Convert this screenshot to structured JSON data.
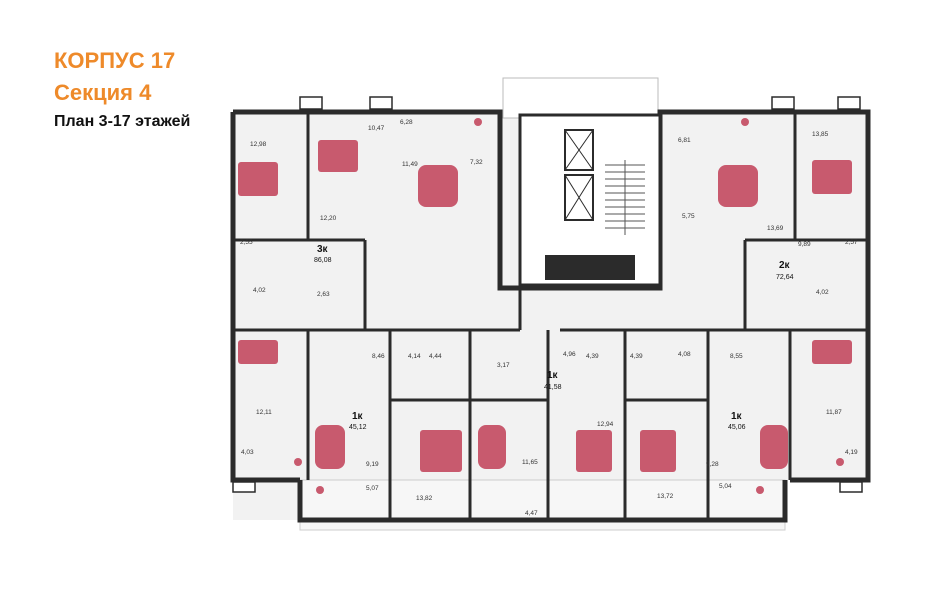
{
  "header": {
    "building": "КОРПУС 17",
    "section": "Секция 4",
    "plan": "План 3-17 этажей"
  },
  "apartments": [
    {
      "type": "3к",
      "area": "86,08"
    },
    {
      "type": "2к",
      "area": "72,64"
    },
    {
      "type": "1к",
      "area": "45,12"
    },
    {
      "type": "1к",
      "area": "41,58"
    },
    {
      "type": "1к",
      "area": "45,06"
    }
  ],
  "rooms": [
    "12,98",
    "10,47",
    "6,28",
    "11,49",
    "7,32",
    "12,20",
    "2,55",
    "4,02",
    "2,63",
    "6,81",
    "5,75",
    "13,85",
    "13,69",
    "9,89",
    "2,57",
    "4,02",
    "8,46",
    "4,14",
    "4,44",
    "3,17",
    "4,96",
    "4,39",
    "4,39",
    "4,08",
    "8,55",
    "12,11",
    "11,87",
    "9,19",
    "11,65",
    "12,94",
    "9,28",
    "4,03",
    "5,07",
    "13,82",
    "4,47",
    "13,72",
    "5,04",
    "4,19"
  ],
  "colors": {
    "accent": "#ee8a2a",
    "wall": "#2b2b2b",
    "furniture": "#c85a6e",
    "floor": "#f2f2f2"
  }
}
